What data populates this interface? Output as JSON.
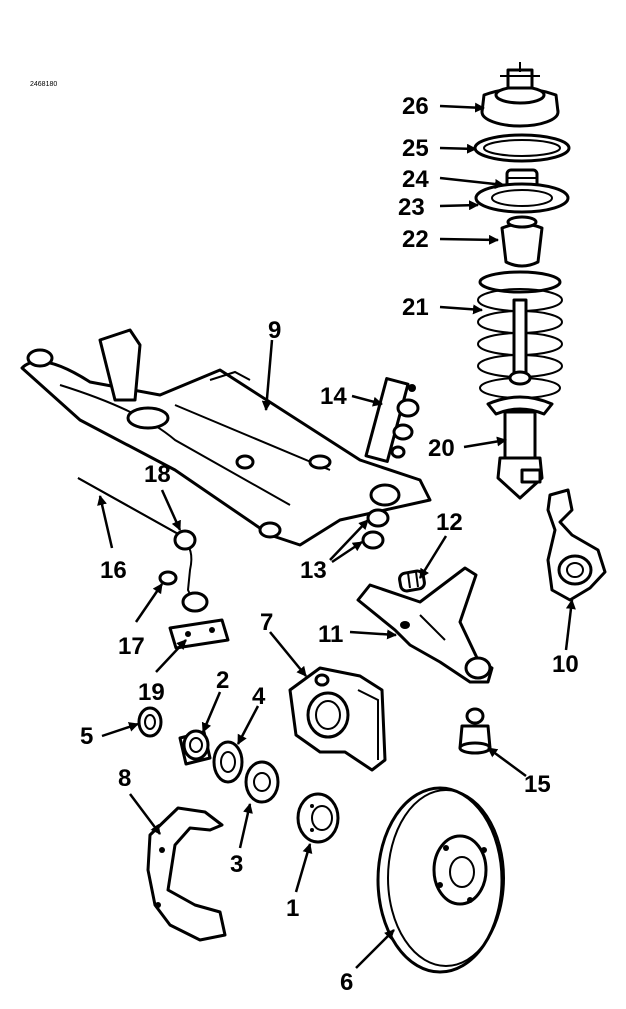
{
  "diagram": {
    "corner_code": "2468180",
    "callouts": {
      "c1": "1",
      "c2": "2",
      "c3": "3",
      "c4": "4",
      "c5": "5",
      "c6": "6",
      "c7": "7",
      "c8": "8",
      "c9": "9",
      "c10": "10",
      "c11": "11",
      "c12": "12",
      "c13": "13",
      "c14": "14",
      "c15": "15",
      "c16": "16",
      "c17": "17",
      "c18": "18",
      "c19": "19",
      "c20": "20",
      "c21": "21",
      "c22": "22",
      "c23": "23",
      "c24": "24",
      "c25": "25",
      "c26": "26"
    },
    "line_color": "#000000",
    "background": "#ffffff"
  }
}
